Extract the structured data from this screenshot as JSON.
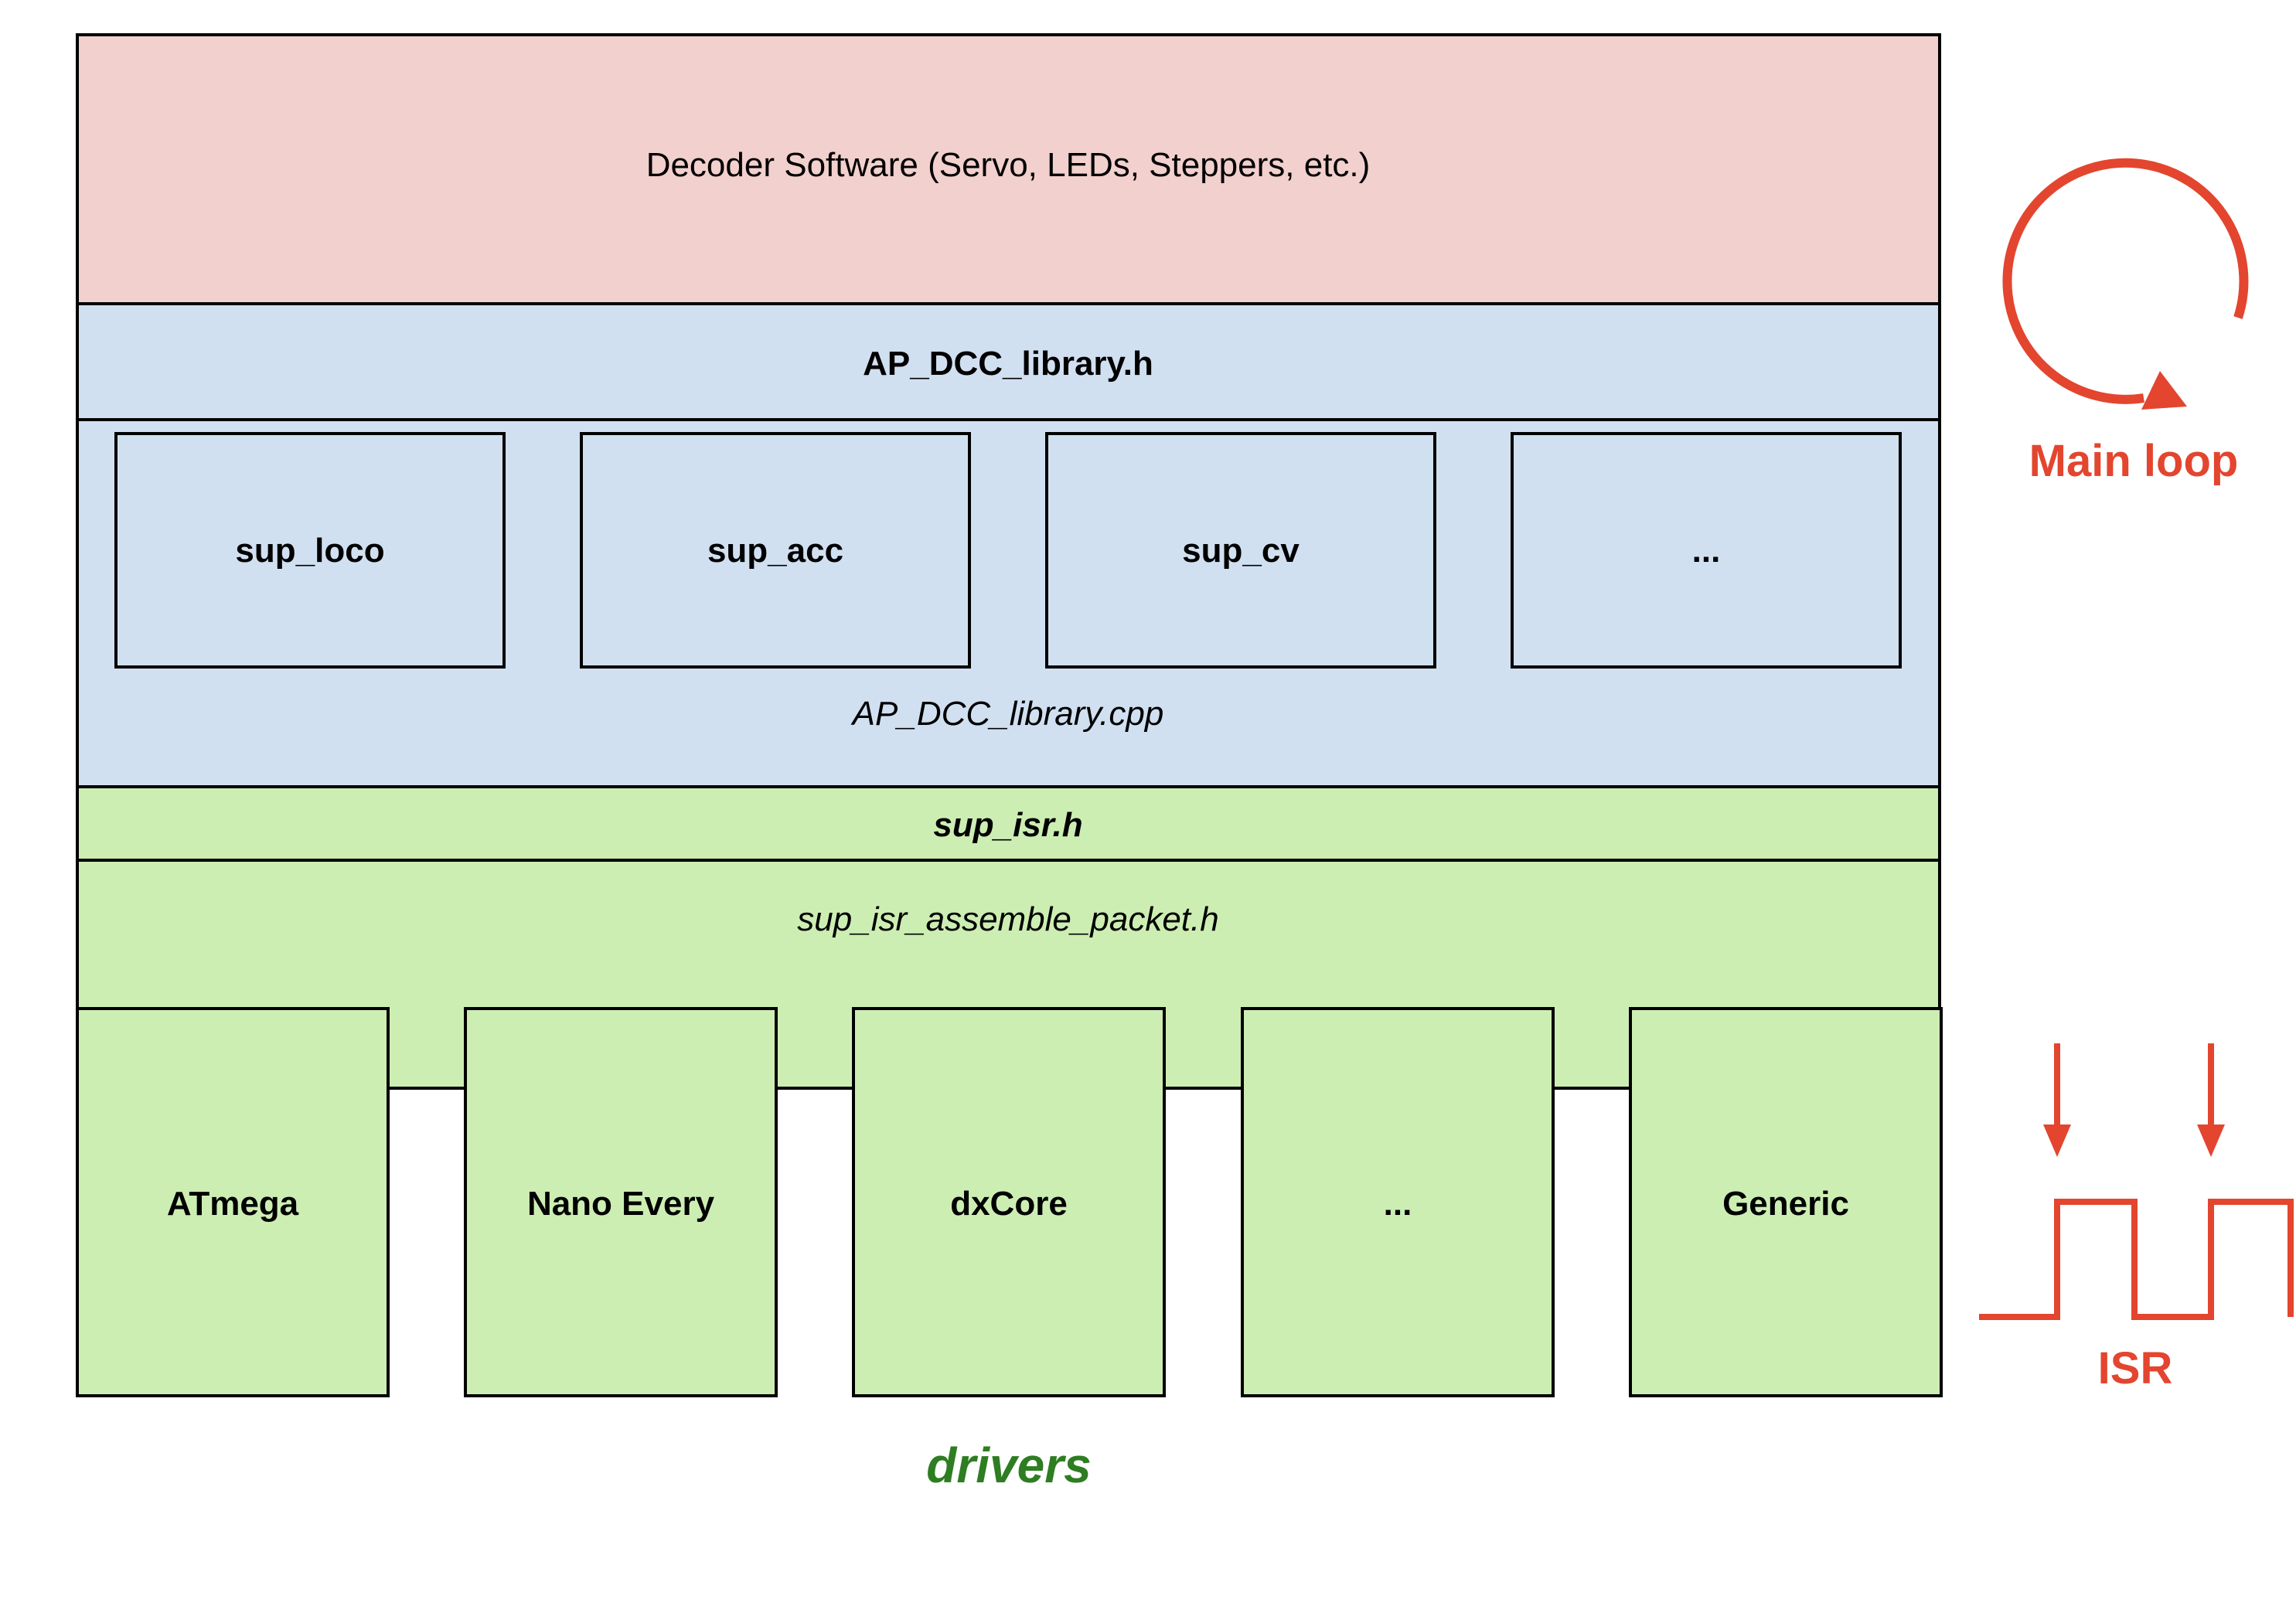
{
  "layers": {
    "decoder_software": "Decoder Software (Servo, LEDs, Steppers, etc.)",
    "library_header": "AP_DCC_library.h",
    "library_cpp": "AP_DCC_library.cpp",
    "isr_header": "sup_isr.h",
    "assemble_packet": "sup_isr_assemble_packet.h"
  },
  "modules": [
    "sup_loco",
    "sup_acc",
    "sup_cv",
    "..."
  ],
  "drivers": [
    "ATmega",
    "Nano Every",
    "dxCore",
    "...",
    "Generic"
  ],
  "drivers_label": "drivers",
  "main_loop_label": "Main loop",
  "isr_label": "ISR",
  "colors": {
    "decoder_fill": "#f2d0ce",
    "library_fill": "#d1e0f1",
    "isr_fill": "#cdeeb3",
    "accent_red": "#e3452f",
    "drivers_green": "#2e7d22"
  }
}
